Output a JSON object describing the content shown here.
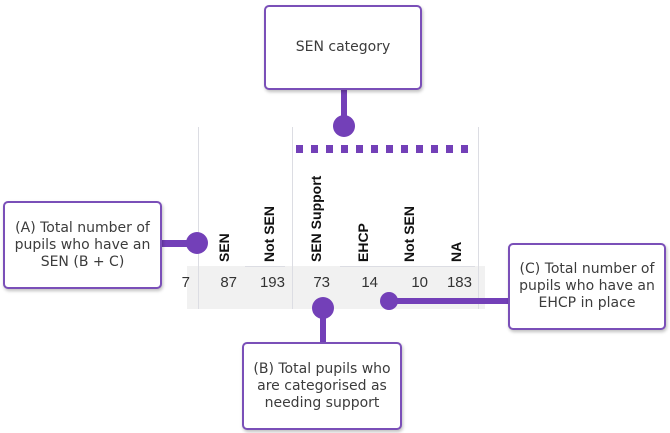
{
  "callouts": {
    "top": "SEN category",
    "a": "(A) Total number of pupils who have an SEN (B + C)",
    "b": "(B) Total pupils who are categorised as needing support",
    "c": "(C) Total number of pupils who have an EHCP in place"
  },
  "table": {
    "headers": [
      "SEN",
      "Not SEN",
      "SEN Support",
      "EHCP",
      "Not SEN",
      "NA"
    ],
    "row": [
      "87",
      "193",
      "73",
      "14",
      "10",
      "183"
    ],
    "partial_left": "7"
  },
  "colors": {
    "accent": "#7340b8",
    "row_bg": "#f1f1f1",
    "grid": "#dcdde3"
  }
}
